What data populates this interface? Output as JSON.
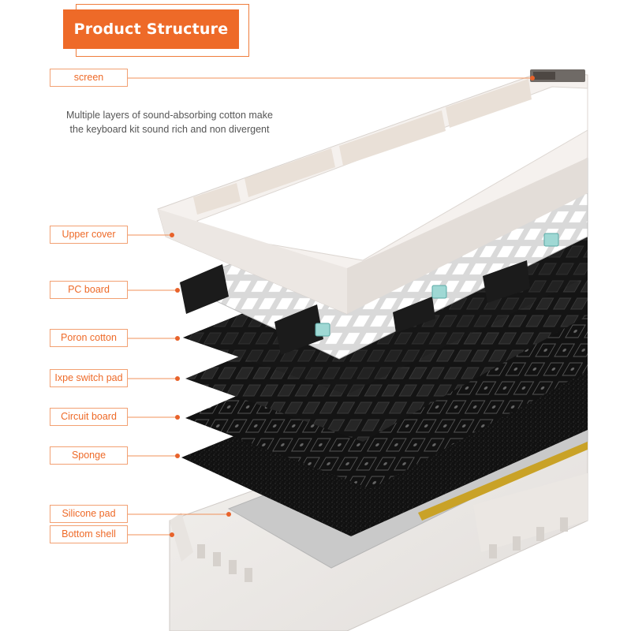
{
  "header": {
    "title": "Product Structure",
    "accent_color": "#ee6a28",
    "frame_color": "#ef7d3c"
  },
  "description": {
    "line1": "Multiple layers of sound-absorbing cotton make",
    "line2": "the keyboard kit sound rich and non divergent"
  },
  "layers": [
    {
      "id": "screen",
      "label": "screen"
    },
    {
      "id": "upper-cover",
      "label": "Upper cover"
    },
    {
      "id": "pc-board",
      "label": "PC board"
    },
    {
      "id": "poron-cotton",
      "label": "Poron cotton"
    },
    {
      "id": "ixpe-switch-pad",
      "label": "Ixpe switch pad"
    },
    {
      "id": "circuit-board",
      "label": "Circuit board"
    },
    {
      "id": "sponge",
      "label": "Sponge"
    },
    {
      "id": "silicone-pad",
      "label": "Silicone pad"
    },
    {
      "id": "bottom-shell",
      "label": "Bottom shell"
    }
  ],
  "colors": {
    "line": "#f0915a",
    "dot": "#e8622a"
  }
}
